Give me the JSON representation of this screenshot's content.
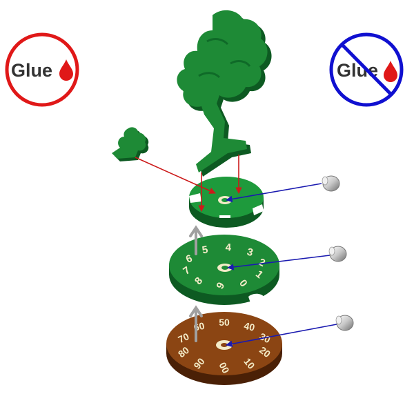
{
  "legend": {
    "glue_label": "Glue",
    "no_glue_label": "Glue",
    "glue_color": "#e01818",
    "no_glue_color": "#1010d0",
    "drop_color": "#e01818"
  },
  "colors": {
    "green_top": "#1e9a3c",
    "green_side": "#0d5a22",
    "brown_top": "#8b4513",
    "brown_side": "#4a2006",
    "numeral": "#f4ecc8",
    "glue_arrow": "#cc1a1a",
    "pin_line": "#1a1ab0",
    "push_arrow": "#a0a0a0"
  },
  "dials": {
    "units": [
      "0",
      "1",
      "2",
      "3",
      "4",
      "5",
      "6",
      "7",
      "8",
      "9"
    ],
    "tens": [
      "00",
      "10",
      "20",
      "30",
      "40",
      "50",
      "60",
      "70",
      "80",
      "90"
    ]
  }
}
